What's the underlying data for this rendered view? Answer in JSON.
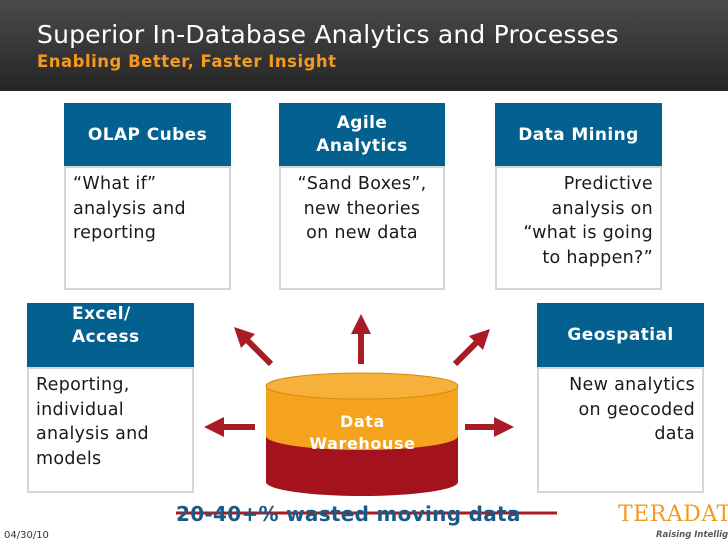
{
  "header": {
    "title": "Superior In-Database Analytics and Processes",
    "subtitle": "Enabling Better, Faster Insight"
  },
  "cards": {
    "olap": {
      "title": "OLAP Cubes",
      "lines": [
        "“What if”",
        "analysis and",
        "reporting"
      ]
    },
    "agile": {
      "title": [
        "Agile",
        "Analytics"
      ],
      "lines": [
        "“Sand Boxes”,",
        "new theories",
        "on new data"
      ]
    },
    "mining": {
      "title": "Data Mining",
      "lines": [
        "Predictive",
        "analysis on",
        "“what is going",
        "to happen?”"
      ]
    },
    "excel": {
      "title": [
        "Excel/",
        "Access"
      ],
      "lines": [
        "Reporting,",
        "individual",
        "analysis and",
        "models"
      ]
    },
    "geo": {
      "title": "Geospatial",
      "lines": [
        "New analytics",
        "on geocoded",
        "data"
      ]
    }
  },
  "warehouse": {
    "label": [
      "Data",
      "Warehouse"
    ]
  },
  "note": "20-40+% wasted moving data",
  "footer": {
    "date": "04/30/10"
  },
  "logo": {
    "name": "TERADATA",
    "tagline": "Raising Intelligence"
  },
  "colors": {
    "header_bg": "#333333",
    "accent_orange": "#f39a1f",
    "card_blue": "#04608f",
    "arrow_red": "#a81c26",
    "warehouse_top": "#f5a21c",
    "warehouse_bottom": "#a3121d",
    "note_blue": "#1a5a86"
  }
}
